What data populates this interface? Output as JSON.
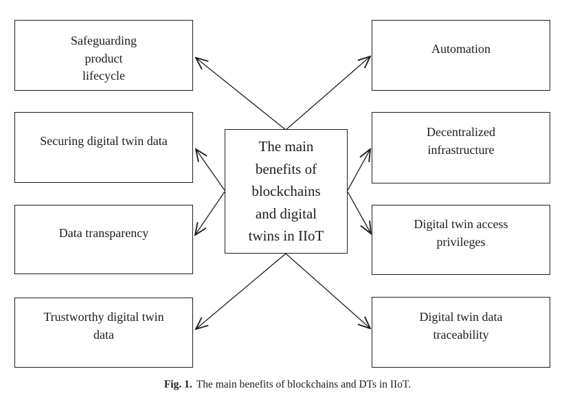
{
  "diagram": {
    "center_node": {
      "label": "The main\nbenefits of\nblockchains\nand digital\ntwins in IIoT"
    },
    "left_nodes": [
      {
        "id": "safeguarding-product-lifecycle",
        "label": "Safeguarding\nproduct\nlifecycle"
      },
      {
        "id": "securing-digital-twin-data",
        "label": "Securing digital twin data"
      },
      {
        "id": "data-transparency",
        "label": "Data transparency"
      },
      {
        "id": "trustworthy-digital-twin-data",
        "label": "Trustworthy digital twin\ndata"
      }
    ],
    "right_nodes": [
      {
        "id": "automation",
        "label": "Automation"
      },
      {
        "id": "decentralized-infrastructure",
        "label": "Decentralized\ninfrastructure"
      },
      {
        "id": "digital-twin-access-privileges",
        "label": "Digital twin access\nprivileges"
      },
      {
        "id": "digital-twin-data-traceability",
        "label": "Digital twin data\ntraceability"
      }
    ],
    "edges": [
      {
        "from": "center",
        "to": "safeguarding-product-lifecycle"
      },
      {
        "from": "center",
        "to": "automation"
      },
      {
        "from": "center",
        "to": "securing-digital-twin-data"
      },
      {
        "from": "center",
        "to": "data-transparency"
      },
      {
        "from": "center",
        "to": "decentralized-infrastructure"
      },
      {
        "from": "center",
        "to": "digital-twin-access-privileges"
      },
      {
        "from": "center",
        "to": "trustworthy-digital-twin-data"
      },
      {
        "from": "center",
        "to": "digital-twin-data-traceability"
      }
    ],
    "colors": {
      "line": "#1c1c1c",
      "text": "#1c1c1c",
      "background": "#ffffff"
    }
  },
  "caption": {
    "fig_label": "Fig. 1.",
    "text": "The main benefits of blockchains and DTs in IIoT."
  }
}
